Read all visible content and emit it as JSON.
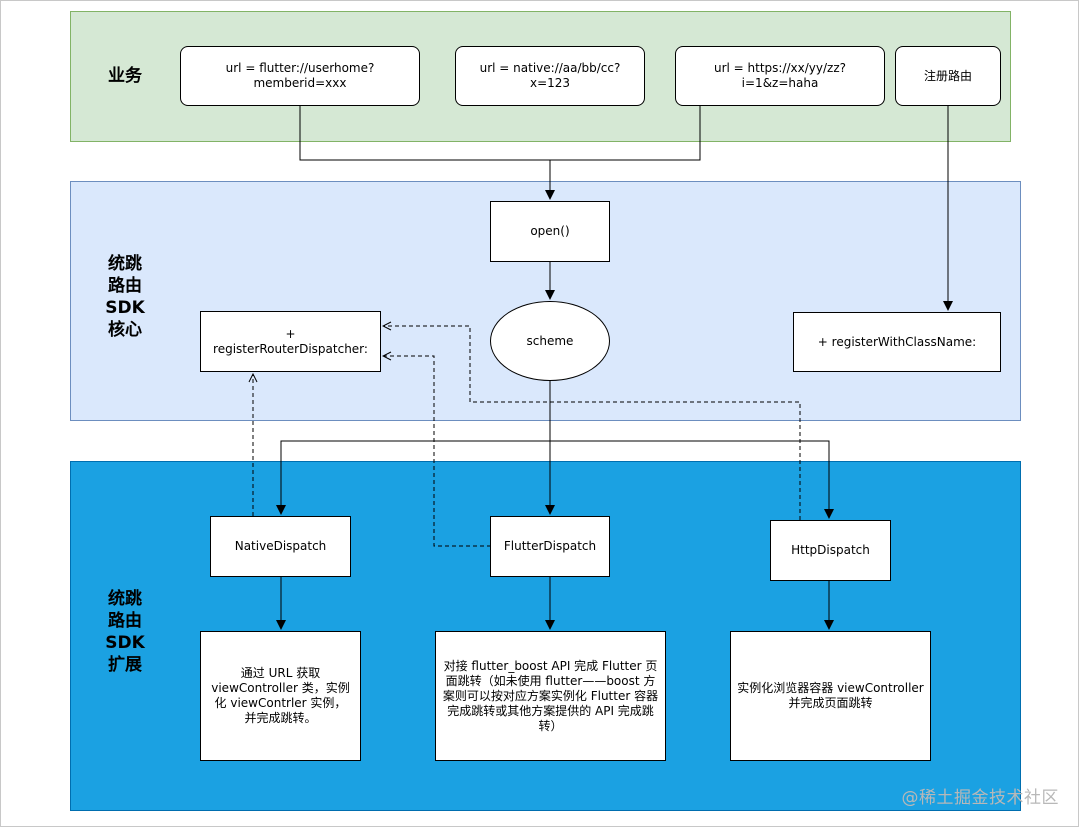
{
  "sections": {
    "business": "业务",
    "core": "统跳\n路由\nSDK\n核心",
    "extension": "统跳\n路由\nSDK\n扩展"
  },
  "business_nodes": {
    "url_flutter": "url = flutter://userhome?memberid=xxx",
    "url_native": "url = native://aa/bb/cc?x=123",
    "url_https": "url = https://xx/yy/zz?i=1&z=haha",
    "register_route": "注册路由"
  },
  "core_nodes": {
    "open": "open()",
    "scheme": "scheme",
    "register_dispatcher": "+ registerRouterDispatcher:",
    "register_class": "+ registerWithClassName:"
  },
  "extension_nodes": {
    "native_dispatch": "NativeDispatch",
    "flutter_dispatch": "FlutterDispatch",
    "http_dispatch": "HttpDispatch",
    "native_desc": "通过 URL 获取 viewController 类，实例化 viewContrler 实例，并完成跳转。",
    "flutter_desc": "对接 flutter_boost API 完成 Flutter 页面跳转（如未使用 flutter——boost 方案则可以按对应方案实例化 Flutter 容器完成跳转或其他方案提供的 API 完成跳转）",
    "http_desc": "实例化浏览器容器 viewController 并完成页面跳转"
  },
  "watermark": "@稀土掘金技术社区",
  "colors": {
    "business_fill": "#d5e8d4",
    "core_fill": "#dae8fc",
    "extension_fill": "#1ba1e2"
  }
}
